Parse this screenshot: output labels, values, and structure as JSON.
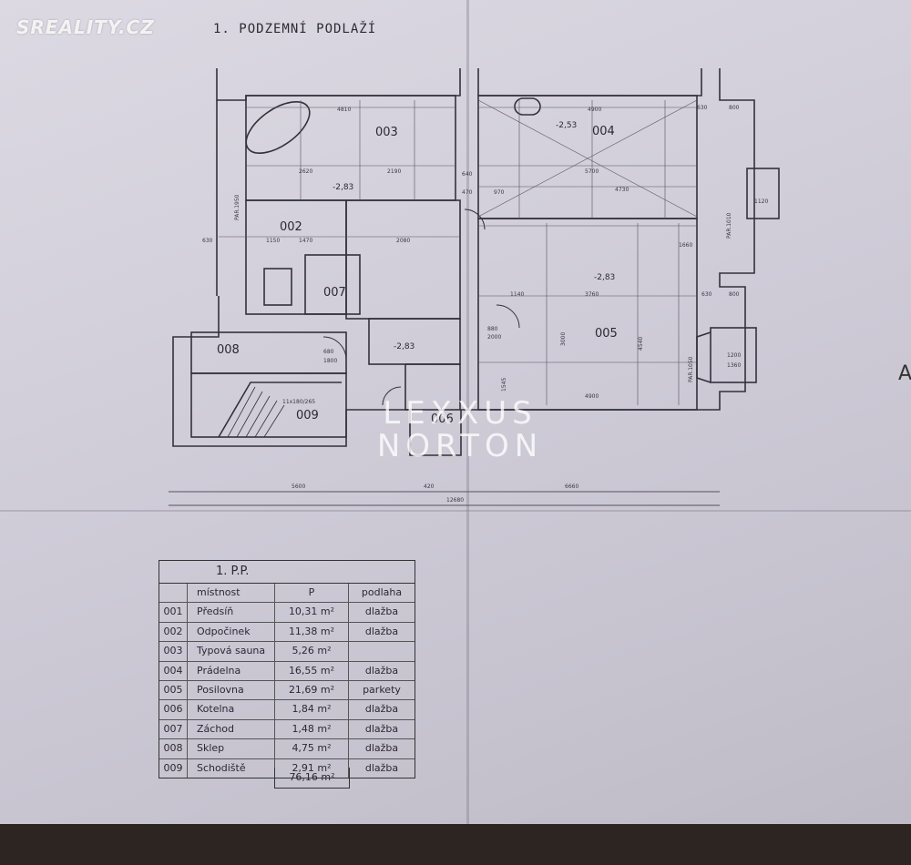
{
  "watermark_top": "SREALITY.CZ",
  "sheet_title": "1. PODZEMNÍ PODLAŽÍ",
  "brand_watermark": {
    "line1": "LEXXUS",
    "line2": "NORTON"
  },
  "edge_letter": "A",
  "rooms": {
    "r002": "002",
    "r003": "003",
    "r004": "004",
    "r005": "005",
    "r006": "006",
    "r007": "007",
    "r008": "008",
    "r009": "009"
  },
  "levels": {
    "l1": "-2,83",
    "l2": "-2,53",
    "l3": "-2,83",
    "l4": "-2,83"
  },
  "dimensions": {
    "d4810": "4810",
    "d4900": "4900",
    "d2620": "2620",
    "d2190": "2190",
    "d5700": "5700",
    "d4730": "4730",
    "d3760": "3760",
    "d4900b": "4900",
    "d1150": "1150",
    "d1470": "1470",
    "d2080": "2080",
    "d1140": "1140",
    "d5600": "5600",
    "d420": "420",
    "d6660": "6660",
    "d12680": "12680",
    "d630a": "630",
    "d630b": "630",
    "d630c": "630",
    "d800a": "800",
    "d800b": "800",
    "d1120": "1120",
    "d1360": "1360",
    "d1200": "1200",
    "d1660": "1660",
    "par1950": "PAR.1950",
    "par1010": "PAR.1010",
    "par1050": "PAR.1050",
    "stair": "11x180/265",
    "d880": "880",
    "d2000": "2000",
    "d680": "680",
    "d1800": "1800",
    "d3000": "3000",
    "d4540": "4540",
    "d1545": "1545",
    "d970": "970",
    "d470": "470",
    "d640": "640"
  },
  "table": {
    "title": "1. P.P.",
    "headers": [
      "místnost",
      "P",
      "podlaha"
    ],
    "rows": [
      {
        "no": "001",
        "name": "Předsíň",
        "area": "10,31 m²",
        "floor": "dlažba"
      },
      {
        "no": "002",
        "name": "Odpočinek",
        "area": "11,38 m²",
        "floor": "dlažba"
      },
      {
        "no": "003",
        "name": "Typová sauna",
        "area": "5,26 m²",
        "floor": ""
      },
      {
        "no": "004",
        "name": "Prádelna",
        "area": "16,55 m²",
        "floor": "dlažba"
      },
      {
        "no": "005",
        "name": "Posilovna",
        "area": "21,69 m²",
        "floor": "parkety"
      },
      {
        "no": "006",
        "name": "Kotelna",
        "area": "1,84 m²",
        "floor": "dlažba"
      },
      {
        "no": "007",
        "name": "Záchod",
        "area": "1,48 m²",
        "floor": "dlažba"
      },
      {
        "no": "008",
        "name": "Sklep",
        "area": "4,75 m²",
        "floor": "dlažba"
      },
      {
        "no": "009",
        "name": "Schodiště",
        "area": "2,91 m²",
        "floor": "dlažba"
      }
    ],
    "total": "76,16 m²"
  }
}
